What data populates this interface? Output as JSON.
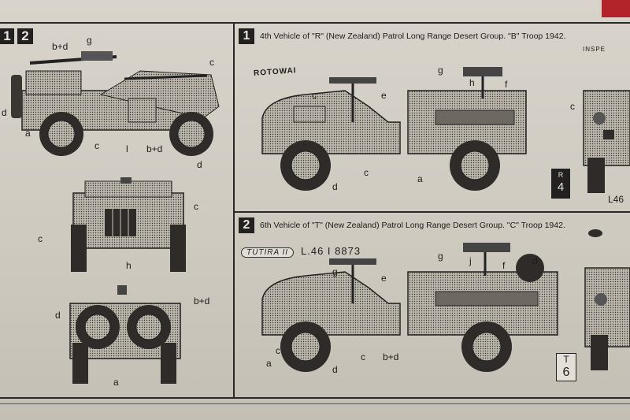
{
  "panel_left": {
    "steps": [
      "1",
      "2"
    ]
  },
  "left_labels": {
    "top_view": [
      "b+d",
      "g",
      "c",
      "d",
      "c",
      "a",
      "l",
      "b+d",
      "d"
    ],
    "front_view": [
      "c",
      "c",
      "h"
    ],
    "rear_view": [
      "b+d",
      "d",
      "a"
    ]
  },
  "vehicle1": {
    "number": "1",
    "caption": "4th Vehicle of \"R\" (New Zealand) Patrol Long Range Desert Group. \"B\" Troop 1942.",
    "decal_name": "ROTOWAI",
    "labels": [
      "g",
      "h",
      "f",
      "c",
      "e",
      "c",
      "a",
      "d"
    ],
    "code_letter": "R",
    "code_number": "4",
    "side_labels": [
      "INSPE",
      "c",
      "L46"
    ]
  },
  "vehicle2": {
    "number": "2",
    "caption": "6th Vehicle of \"T\" (New Zealand) Patrol Long Range Desert Group. \"C\" Troop 1942.",
    "decal_name": "TUTIRA II",
    "registration": "L.46 I 8873",
    "labels": [
      "g",
      "j",
      "f",
      "d",
      "g",
      "e",
      "c",
      "a",
      "d",
      "c",
      "b+d"
    ],
    "code_letter": "T",
    "code_number": "6"
  }
}
